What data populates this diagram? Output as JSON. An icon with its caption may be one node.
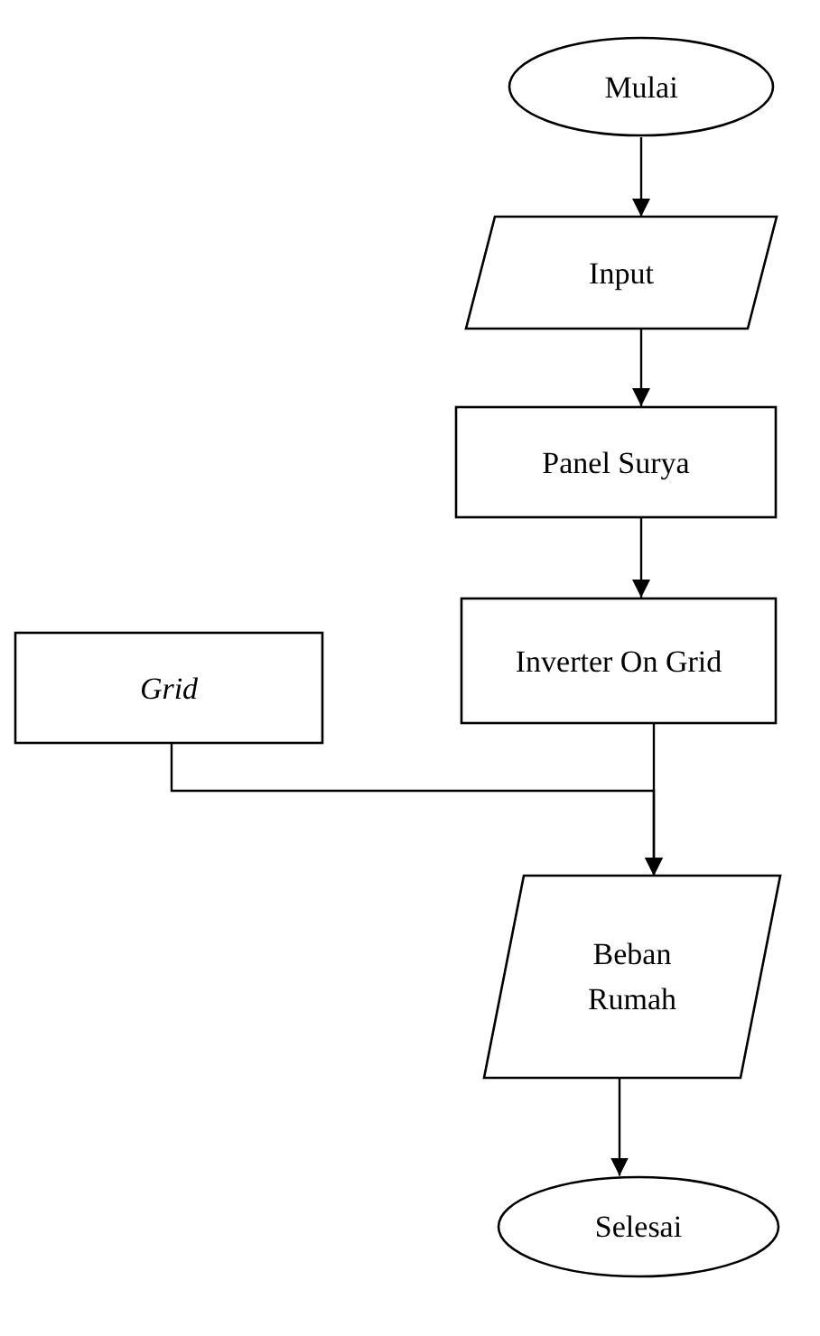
{
  "diagram": {
    "nodes": [
      {
        "text": [
          "Mulai"
        ]
      },
      {
        "text": [
          "Input"
        ]
      },
      {
        "text": [
          "Panel Surya"
        ]
      },
      {
        "text": [
          "Inverter On Grid"
        ]
      },
      {
        "text": [
          "Grid"
        ]
      },
      {
        "text": [
          "Beban Rumah"
        ]
      },
      {
        "text": [
          "Selesai"
        ]
      }
    ],
    "edges": [
      {
        "from": 0,
        "to": 1,
        "arrow": "to"
      },
      {
        "from": 1,
        "to": 2,
        "arrow": "to"
      },
      {
        "from": 2,
        "to": 3,
        "arrow": "to"
      },
      {
        "from": 3,
        "to": 5,
        "arrow": "to"
      },
      {
        "from": 4,
        "to": 5,
        "arrow": "to"
      },
      {
        "from": 5,
        "to": 6,
        "arrow": "to"
      }
    ]
  }
}
